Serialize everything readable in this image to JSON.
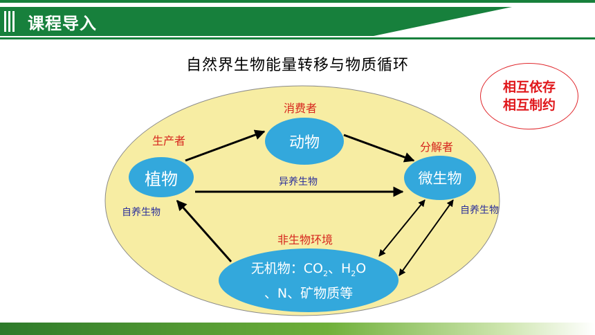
{
  "header": {
    "title": "课程导入"
  },
  "diagram": {
    "title": "自然界生物能量转移与物质循环",
    "note": {
      "line1": "相互依存",
      "line2": "相互制约"
    },
    "nodes": {
      "plant": "植物",
      "animal": "动物",
      "microbe": "微生物",
      "env_line1_prefix": "无机物：CO",
      "env_line1_sub1": "2",
      "env_line1_mid": "、H",
      "env_line1_sub2": "2",
      "env_line1_suffix": "O",
      "env_line2": "、N、矿物质等"
    },
    "roles": {
      "producer": "生产者",
      "consumer": "消费者",
      "decomposer": "分解者",
      "environment": "非生物环境"
    },
    "edge_labels": {
      "heterotroph": "异养生物",
      "autotroph_left": "自养生物",
      "autotroph_right": "自养生物"
    }
  },
  "colors": {
    "header_green": "#17803c",
    "ellipse_fill": "#f7eda3",
    "node_fill": "#33a8dc",
    "role_red": "#d6251d",
    "label_blue": "#2b2f9a"
  }
}
